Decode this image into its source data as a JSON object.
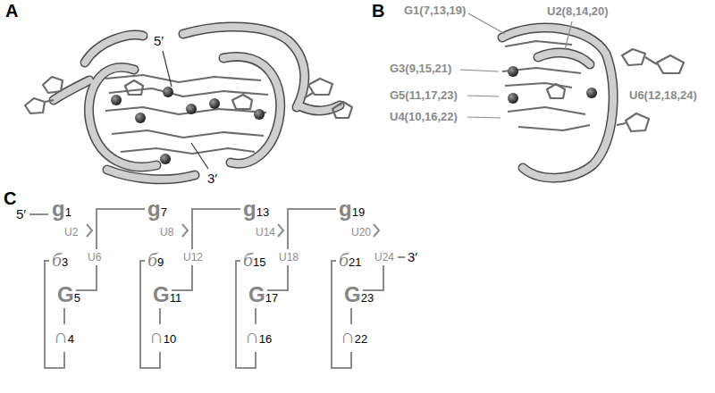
{
  "diagram": {
    "labels": [
      "A",
      "5′",
      "3′",
      "B",
      "G1(7,13,19)",
      "U2(8,14,20)",
      "G3(9,15,21)",
      "G5(11,17,23)",
      "U4(10,16,22)",
      "U6(12,18,24)",
      "C",
      "5′",
      "g1",
      "U2",
      "б3",
      "U6",
      "G5",
      "∩4",
      "g7",
      "U8",
      "б9",
      "U12",
      "G11",
      "∩10",
      "g13",
      "U14",
      "б15",
      "U18",
      "G17",
      "∩16",
      "g19",
      "U20",
      "б21",
      "U24",
      "G23",
      "∩22",
      "3′"
    ]
  }
}
